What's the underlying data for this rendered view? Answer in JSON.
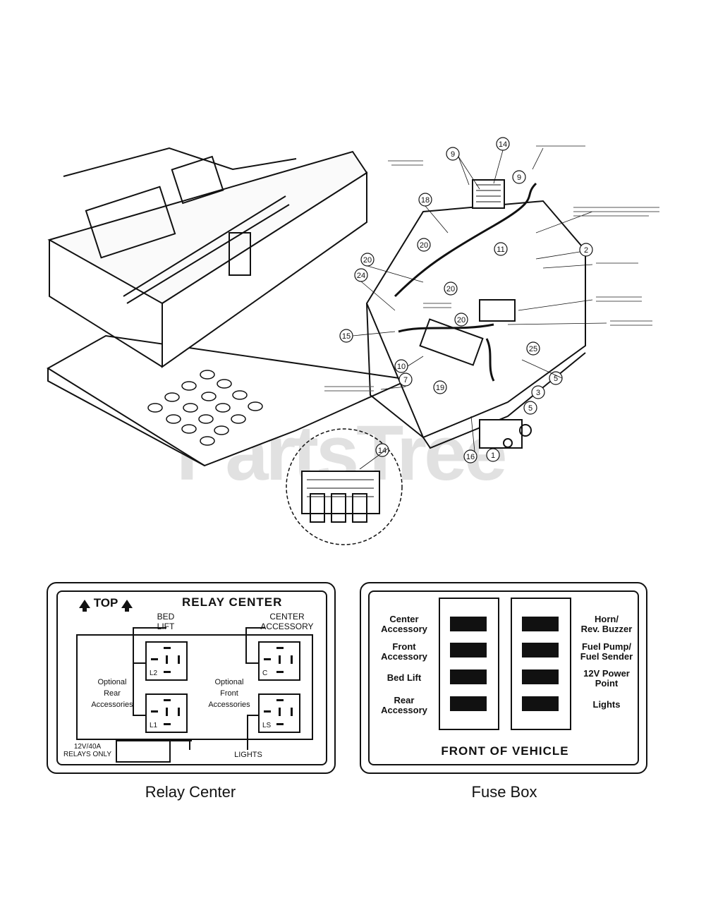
{
  "watermark": "PartsTree",
  "callouts": [
    "14",
    "9",
    "9",
    "18",
    "20",
    "11",
    "2",
    "20",
    "24",
    "20",
    "20",
    "15",
    "10",
    "7",
    "19",
    "25",
    "5",
    "3",
    "5",
    "16",
    "1",
    "14"
  ],
  "relay_center": {
    "top_label": "TOP",
    "title": "RELAY CENTER",
    "bed_lift": "BED\nLIFT",
    "center_accessory": "CENTER\nACCESSORY",
    "optional_rear": "Optional\nRear\nAccessories",
    "optional_front": "Optional\nFront\nAccessories",
    "relay_codes": [
      "L2",
      "C",
      "L1",
      "LS"
    ],
    "relays_note": "12V/40A\nRELAYS ONLY",
    "lights": "LIGHTS",
    "caption": "Relay Center"
  },
  "fuse_box": {
    "left_labels": [
      "Center\nAccessory",
      "Front\nAccessory",
      "Bed Lift",
      "Rear\nAccessory"
    ],
    "right_labels": [
      "Horn/\nRev. Buzzer",
      "Fuel Pump/\nFuel Sender",
      "12V Power\nPoint",
      "Lights"
    ],
    "footer": "FRONT OF VEHICLE",
    "caption": "Fuse Box"
  }
}
